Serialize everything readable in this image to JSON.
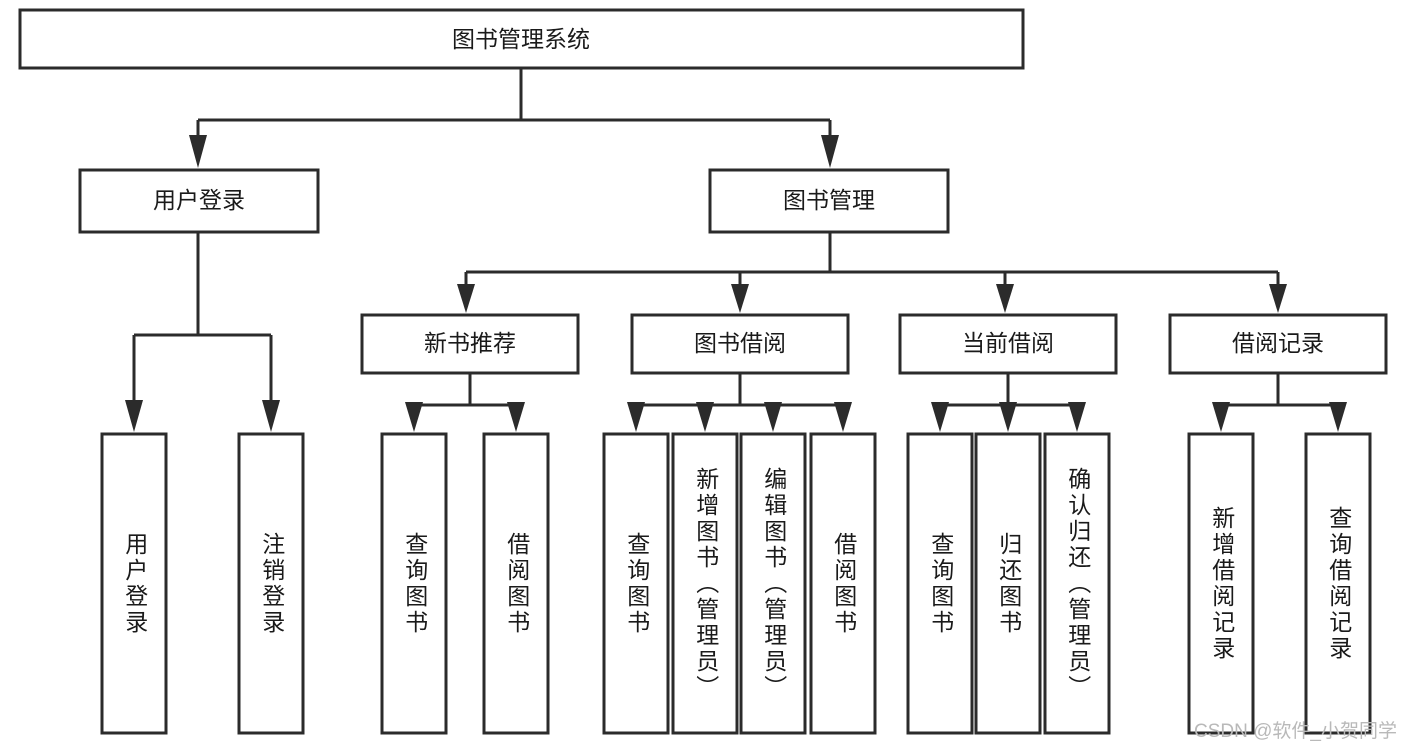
{
  "diagram": {
    "title_node": {
      "label": "图书管理系统"
    },
    "level2": [
      {
        "key": "user_login",
        "label": "用户登录"
      },
      {
        "key": "book_manage",
        "label": "图书管理"
      }
    ],
    "level3": [
      {
        "key": "new_book_rec",
        "label": "新书推荐"
      },
      {
        "key": "book_borrow",
        "label": "图书借阅"
      },
      {
        "key": "current_borrow",
        "label": "当前借阅"
      },
      {
        "key": "borrow_record",
        "label": "借阅记录"
      }
    ],
    "leaves": {
      "user_login": [
        {
          "key": "user_login_leaf",
          "label": "用户登录"
        },
        {
          "key": "logout_leaf",
          "label": "注销登录"
        }
      ],
      "new_book_rec": [
        {
          "key": "query_book_1",
          "label": "查询图书"
        },
        {
          "key": "borrow_book_1",
          "label": "借阅图书"
        }
      ],
      "book_borrow": [
        {
          "key": "query_book_2",
          "label": "查询图书"
        },
        {
          "key": "add_book",
          "label": "新增图书（管理员）"
        },
        {
          "key": "edit_book",
          "label": "编辑图书（管理员）"
        },
        {
          "key": "borrow_book_2",
          "label": "借阅图书"
        }
      ],
      "current_borrow": [
        {
          "key": "query_book_3",
          "label": "查询图书"
        },
        {
          "key": "return_book",
          "label": "归还图书"
        },
        {
          "key": "confirm_return",
          "label": "确认归还（管理员）"
        }
      ],
      "borrow_record": [
        {
          "key": "add_record",
          "label": "新增借阅记录"
        },
        {
          "key": "query_record",
          "label": "查询借阅记录"
        }
      ]
    }
  },
  "watermark": {
    "text": "CSDN @软件_小贺同学"
  },
  "colors": {
    "stroke": "#2b2b2b",
    "fill": "#ffffff",
    "text": "#1a1a1a",
    "watermark": "#b9b9b9"
  }
}
